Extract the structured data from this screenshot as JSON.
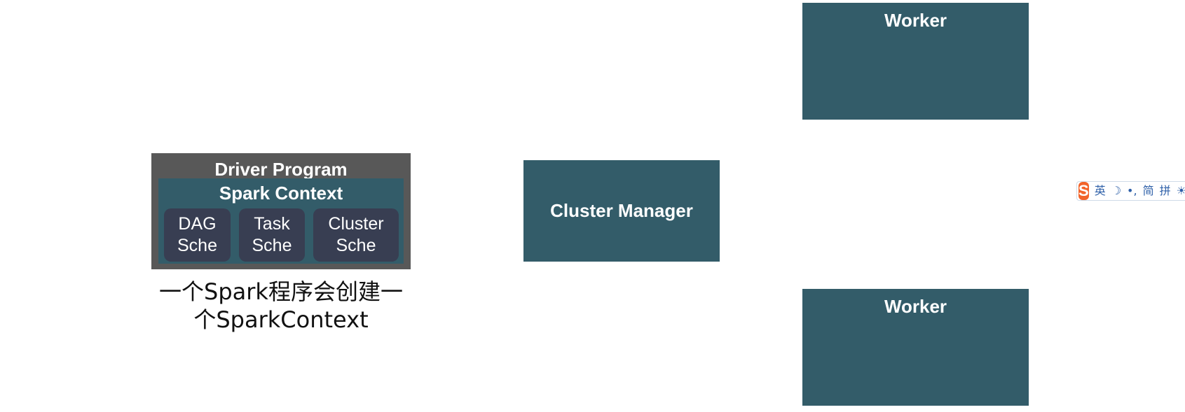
{
  "driver": {
    "title": "Driver Program",
    "context_title": "Spark Context",
    "schedulers": [
      {
        "line1": "DAG",
        "line2": "Sche"
      },
      {
        "line1": "Task",
        "line2": "Sche"
      },
      {
        "line1": "Cluster",
        "line2": "Sche"
      }
    ]
  },
  "caption": {
    "line1": "一个Spark程序会创建一",
    "line2": "个SparkContext"
  },
  "cluster_manager": {
    "label": "Cluster Manager"
  },
  "workers": [
    {
      "label": "Worker"
    },
    {
      "label": "Worker"
    }
  ],
  "ime_toolbar": {
    "logo": "S",
    "lang": "英",
    "moon": "☽",
    "punct": "•,",
    "simplified": "简",
    "pinyin": "拼",
    "more": "☀"
  },
  "colors": {
    "driver_bg": "#585858",
    "teal": "#335c69",
    "scheduler_bg": "#383e52",
    "ime_accent": "#f2642b"
  }
}
